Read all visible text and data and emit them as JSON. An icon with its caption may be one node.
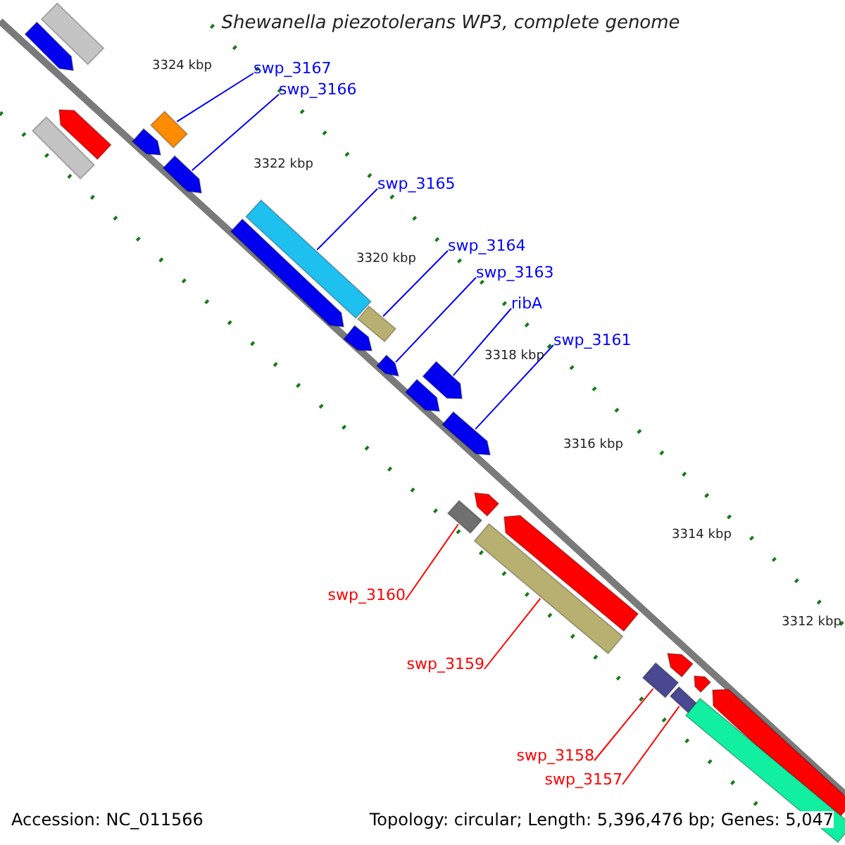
{
  "diagram": {
    "title": "Shewanella piezotolerans WP3, complete genome",
    "nodes": [
      {
        "text": [
          "swp_3167"
        ]
      },
      {
        "text": [
          "swp_3166"
        ]
      },
      {
        "text": [
          "swp_3165"
        ]
      },
      {
        "text": [
          "swp_3164"
        ]
      },
      {
        "text": [
          "swp_3163"
        ]
      },
      {
        "text": [
          "ribA"
        ]
      },
      {
        "text": [
          "swp_3161"
        ]
      },
      {
        "text": [
          "swp_3160"
        ]
      },
      {
        "text": [
          "swp_3159"
        ]
      },
      {
        "text": [
          "swp_3158"
        ]
      },
      {
        "text": [
          "swp_3157"
        ]
      },
      {
        "text": [],
        "shape": "box"
      },
      {
        "text": [],
        "shape": "arrow"
      },
      {
        "text": [],
        "shape": "arrow"
      },
      {
        "text": [],
        "shape": "box"
      },
      {
        "text": [],
        "shape": "box"
      },
      {
        "text": [],
        "shape": "arrow"
      },
      {
        "text": [],
        "shape": "arrow"
      },
      {
        "text": [],
        "shape": "box"
      },
      {
        "text": [],
        "shape": "arrow"
      },
      {
        "text": [],
        "shape": "box"
      },
      {
        "text": [],
        "shape": "arrow"
      },
      {
        "text": [],
        "shape": "arrow"
      },
      {
        "text": [],
        "shape": "arrow"
      },
      {
        "text": [],
        "shape": "arrow"
      },
      {
        "text": [],
        "shape": "arrow"
      },
      {
        "text": [],
        "shape": "arrow"
      },
      {
        "text": [],
        "shape": "box"
      },
      {
        "text": [],
        "shape": "arrow"
      },
      {
        "text": [],
        "shape": "box"
      },
      {
        "text": [],
        "shape": "arrow"
      },
      {
        "text": [],
        "shape": "box"
      },
      {
        "text": [],
        "shape": "arrow"
      },
      {
        "text": [],
        "shape": "arrow"
      },
      {
        "text": [],
        "shape": "box"
      },
      {
        "text": [],
        "shape": "box"
      }
    ],
    "edges": [
      {
        "from": 0,
        "to": 14,
        "arrow": "none"
      },
      {
        "from": 1,
        "to": 17,
        "arrow": "none"
      },
      {
        "from": 2,
        "to": 18,
        "arrow": "none"
      },
      {
        "from": 3,
        "to": 20,
        "arrow": "none"
      },
      {
        "from": 4,
        "to": 22,
        "arrow": "none"
      },
      {
        "from": 5,
        "to": 23,
        "arrow": "none"
      },
      {
        "from": 6,
        "to": 25,
        "arrow": "none"
      },
      {
        "from": 7,
        "to": 27,
        "arrow": "none",
        "color": "#ff0000"
      },
      {
        "from": 8,
        "to": 29,
        "arrow": "none",
        "color": "#ff0000"
      },
      {
        "from": 9,
        "to": 31,
        "arrow": "none",
        "color": "#ff0000"
      },
      {
        "from": 10,
        "to": 34,
        "arrow": "none",
        "color": "#ff0000"
      }
    ],
    "labels": [
      "3324 kbp",
      "3322 kbp",
      "3320 kbp",
      "3318 kbp",
      "3316 kbp",
      "3314 kbp",
      "3312 kbp",
      "Accession: NC_011566",
      "Topology: circular; Length: 5,396,476 bp; Genes: 5,047"
    ]
  }
}
